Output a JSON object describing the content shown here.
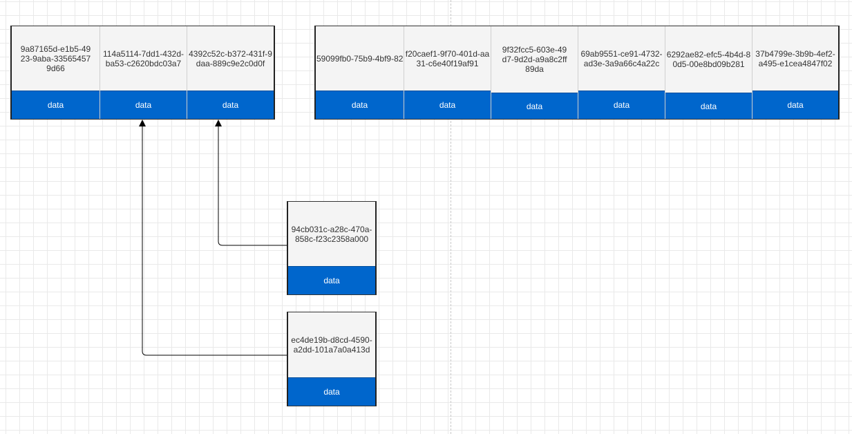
{
  "group_left": {
    "cells": [
      {
        "id": "9a87165d-e1b5-4923-9aba-335654579d66",
        "label": "data"
      },
      {
        "id": "114a5114-7dd1-432d-ba53-c2620bdc03a7",
        "label": "data"
      },
      {
        "id": "4392c52c-b372-431f-9daa-889c9e2c0d0f",
        "label": "data"
      }
    ]
  },
  "group_right": {
    "cells": [
      {
        "id": "59099fb0-75b9-4bf9-82",
        "label": "data"
      },
      {
        "id": "f20caef1-9f70-401d-aa31-c6e40f19af91",
        "label": "data"
      },
      {
        "id": "9f32fcc5-603e-49d7-9d2d-a9a8c2ff89da",
        "label": "data"
      },
      {
        "id": "69ab9551-ce91-4732-ad3e-3a9a66c4a22c",
        "label": "data"
      },
      {
        "id": "6292ae82-efc5-4b4d-80d5-00e8bd09b281",
        "label": "data"
      },
      {
        "id": "37b4799e-3b9b-4ef2-a495-e1cea4847f02",
        "label": "data"
      }
    ]
  },
  "node_a": {
    "id": "94cb031c-a28c-470a-858c-f23c2358a000",
    "label": "data"
  },
  "node_b": {
    "id": "ec4de19b-d8cd-4590-a2dd-101a7a0a413d",
    "label": "data"
  }
}
